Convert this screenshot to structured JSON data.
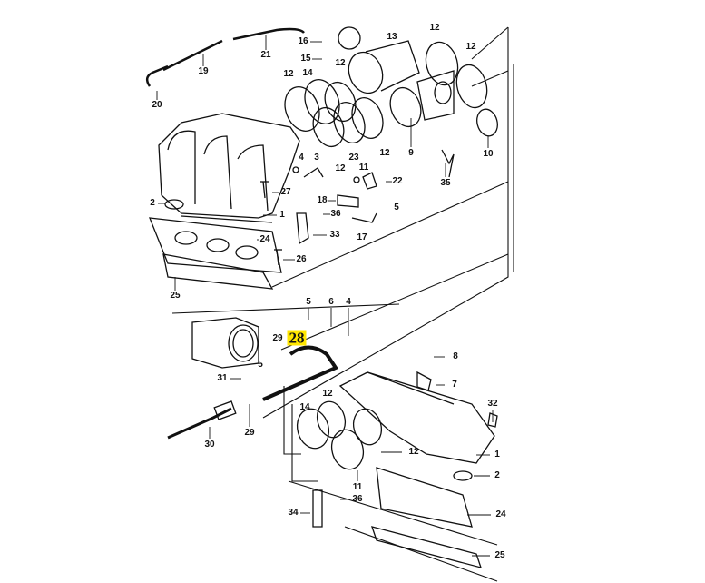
{
  "diagram": {
    "highlight_color": "#ffe600",
    "highlighted_part": "28",
    "callouts_upper": [
      {
        "id": "u16",
        "text": "16"
      },
      {
        "id": "u15",
        "text": "15"
      },
      {
        "id": "u21",
        "text": "21"
      },
      {
        "id": "u19",
        "text": "19"
      },
      {
        "id": "u20",
        "text": "20"
      },
      {
        "id": "u13",
        "text": "13"
      },
      {
        "id": "u12a",
        "text": "12"
      },
      {
        "id": "u12b",
        "text": "12"
      },
      {
        "id": "u12c",
        "text": "12"
      },
      {
        "id": "u14",
        "text": "14"
      },
      {
        "id": "u12d",
        "text": "12"
      },
      {
        "id": "u9",
        "text": "9"
      },
      {
        "id": "u10",
        "text": "10"
      },
      {
        "id": "u12e",
        "text": "12"
      },
      {
        "id": "u11",
        "text": "11"
      },
      {
        "id": "u12f",
        "text": "12"
      },
      {
        "id": "u23",
        "text": "23"
      },
      {
        "id": "u4",
        "text": "4"
      },
      {
        "id": "u3",
        "text": "3"
      },
      {
        "id": "u22",
        "text": "22"
      },
      {
        "id": "u35",
        "text": "35"
      },
      {
        "id": "u27",
        "text": "27"
      },
      {
        "id": "u2",
        "text": "2"
      },
      {
        "id": "u18",
        "text": "18"
      },
      {
        "id": "u36",
        "text": "36"
      },
      {
        "id": "u5",
        "text": "5"
      },
      {
        "id": "u1",
        "text": "1"
      },
      {
        "id": "u33",
        "text": "33"
      },
      {
        "id": "u17",
        "text": "17"
      },
      {
        "id": "u24",
        "text": "24"
      },
      {
        "id": "u26",
        "text": "26"
      },
      {
        "id": "u25",
        "text": "25"
      }
    ],
    "callouts_lower": [
      {
        "id": "l5a",
        "text": "5"
      },
      {
        "id": "l6",
        "text": "6"
      },
      {
        "id": "l4",
        "text": "4"
      },
      {
        "id": "l28",
        "text": "28"
      },
      {
        "id": "l29a",
        "text": "29"
      },
      {
        "id": "l5b",
        "text": "5"
      },
      {
        "id": "l31",
        "text": "31"
      },
      {
        "id": "l8",
        "text": "8"
      },
      {
        "id": "l7",
        "text": "7"
      },
      {
        "id": "l32",
        "text": "32"
      },
      {
        "id": "l12a",
        "text": "12"
      },
      {
        "id": "l14",
        "text": "14"
      },
      {
        "id": "l29b",
        "text": "29"
      },
      {
        "id": "l30",
        "text": "30"
      },
      {
        "id": "l12b",
        "text": "12"
      },
      {
        "id": "l1",
        "text": "1"
      },
      {
        "id": "l2",
        "text": "2"
      },
      {
        "id": "l11",
        "text": "11"
      },
      {
        "id": "l36",
        "text": "36"
      },
      {
        "id": "l34",
        "text": "34"
      },
      {
        "id": "l24",
        "text": "24"
      },
      {
        "id": "l25",
        "text": "25"
      }
    ]
  }
}
